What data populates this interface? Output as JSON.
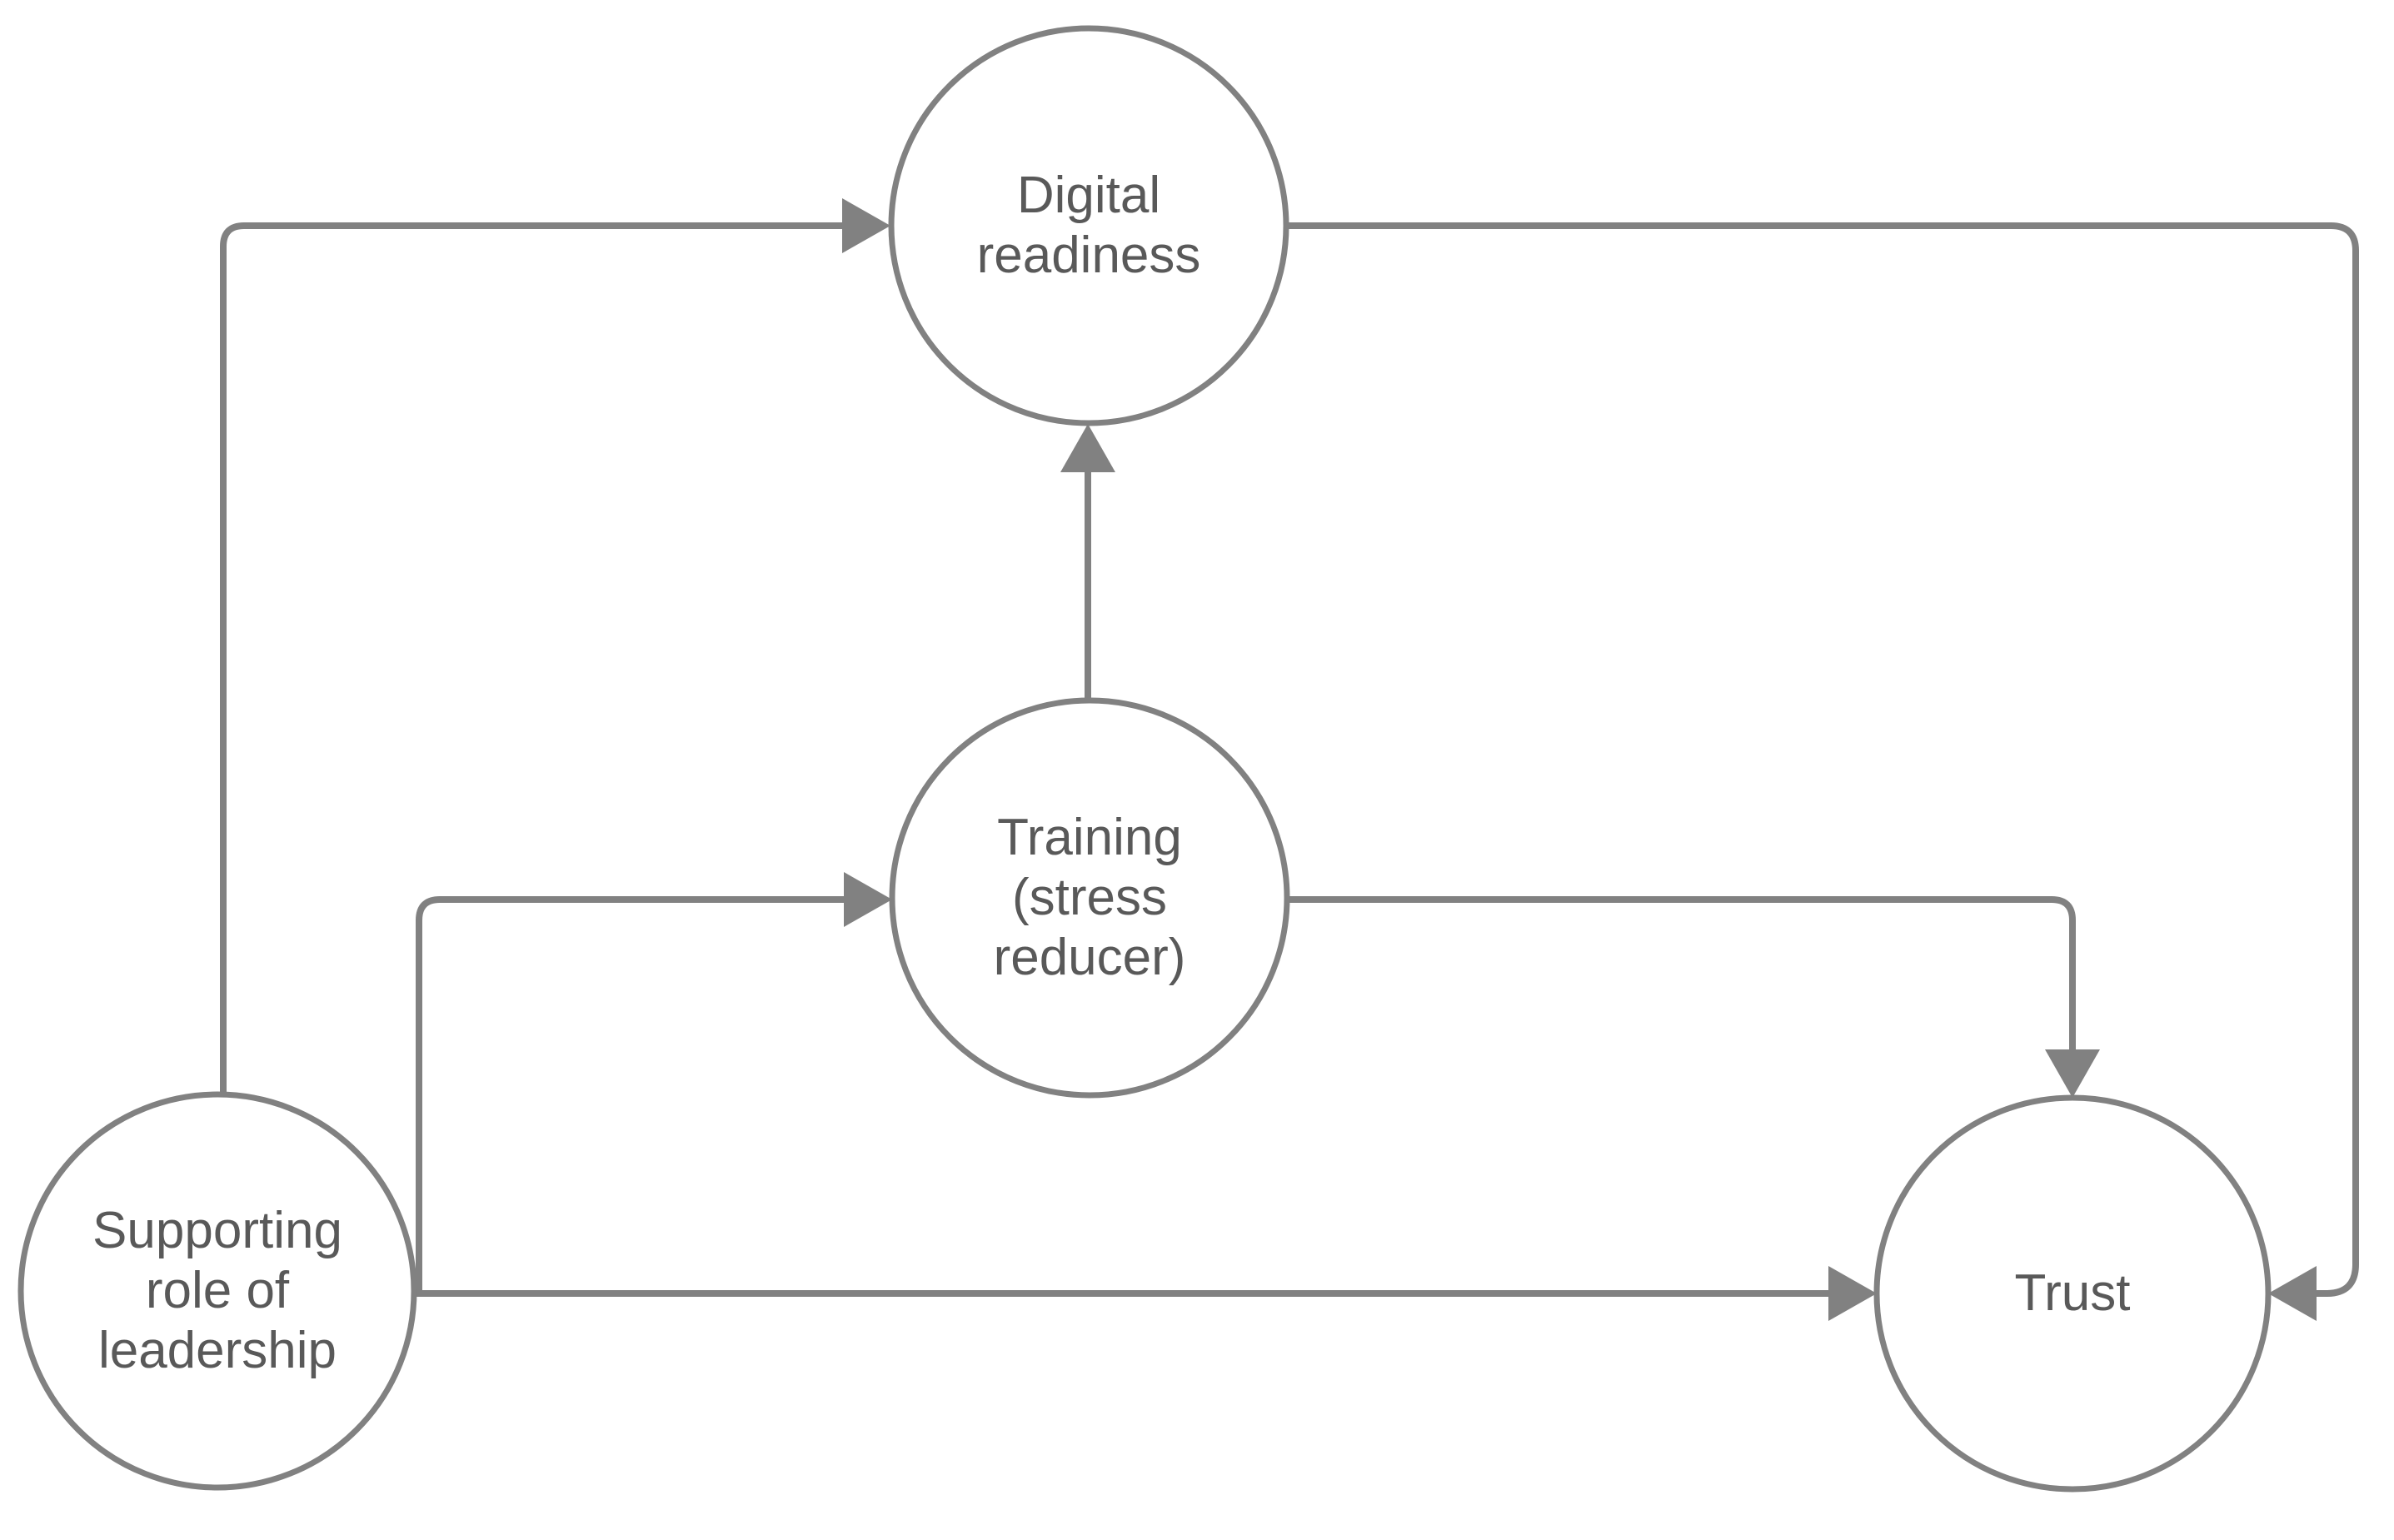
{
  "colors": {
    "background": "#ffffff",
    "node_fill": "#ffffff",
    "stroke": "#818181",
    "text": "#595959"
  },
  "diagram": {
    "type": "concept-diagram",
    "nodes": [
      {
        "id": "digital-readiness",
        "label": "Digital\nreadiness"
      },
      {
        "id": "training",
        "label": "Training\n(stress\nreducer)"
      },
      {
        "id": "leadership",
        "label": "Supporting\nrole of\nleadership"
      },
      {
        "id": "trust",
        "label": "Trust"
      }
    ],
    "edges": [
      {
        "from": "leadership",
        "to": "digital-readiness",
        "style": "arrow"
      },
      {
        "from": "leadership",
        "to": "training",
        "style": "arrow"
      },
      {
        "from": "leadership",
        "to": "trust",
        "style": "arrow"
      },
      {
        "from": "training",
        "to": "digital-readiness",
        "style": "arrow"
      },
      {
        "from": "training",
        "to": "trust",
        "style": "arrow"
      },
      {
        "from": "digital-readiness",
        "to": "trust",
        "style": "arrow"
      }
    ]
  }
}
